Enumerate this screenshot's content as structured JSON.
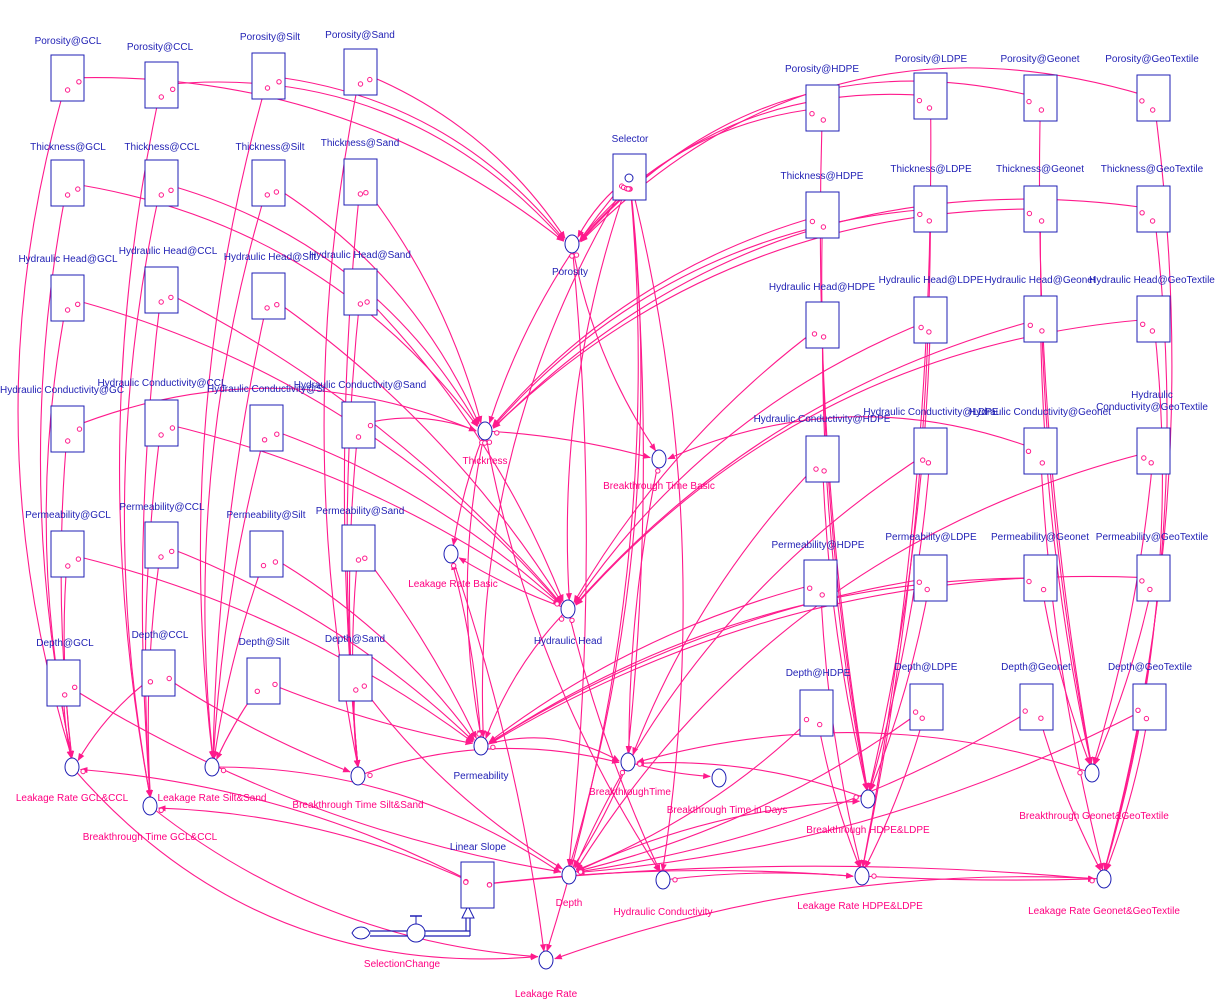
{
  "colors": {
    "node": "#1f1fb4",
    "link": "#ff1a8c",
    "label_pink": "#ff0080"
  },
  "stocks": [
    {
      "id": "porosity_gcl",
      "label": "Porosity@GCL"
    },
    {
      "id": "porosity_ccl",
      "label": "Porosity@CCL"
    },
    {
      "id": "porosity_silt",
      "label": "Porosity@Silt"
    },
    {
      "id": "porosity_sand",
      "label": "Porosity@Sand"
    },
    {
      "id": "porosity_hdpe",
      "label": "Porosity@HDPE"
    },
    {
      "id": "porosity_ldpe",
      "label": "Porosity@LDPE"
    },
    {
      "id": "porosity_geonet",
      "label": "Porosity@Geonet"
    },
    {
      "id": "porosity_geotextile",
      "label": "Porosity@GeoTextile"
    },
    {
      "id": "thickness_gcl",
      "label": "Thickness@GCL"
    },
    {
      "id": "thickness_ccl",
      "label": "Thickness@CCL"
    },
    {
      "id": "thickness_silt",
      "label": "Thickness@Silt"
    },
    {
      "id": "thickness_sand",
      "label": "Thickness@Sand"
    },
    {
      "id": "selector",
      "label": "Selector"
    },
    {
      "id": "thickness_hdpe",
      "label": "Thickness@HDPE"
    },
    {
      "id": "thickness_ldpe",
      "label": "Thickness@LDPE"
    },
    {
      "id": "thickness_geonet",
      "label": "Thickness@Geonet"
    },
    {
      "id": "thickness_geotextile",
      "label": "Thickness@GeoTextile"
    },
    {
      "id": "head_gcl",
      "label": "Hydraulic Head@GCL"
    },
    {
      "id": "head_ccl",
      "label": "Hydraulic Head@CCL"
    },
    {
      "id": "head_silt",
      "label": "Hydraulic Head@Silt"
    },
    {
      "id": "head_sand",
      "label": "Hydraulic Head@Sand"
    },
    {
      "id": "head_hdpe",
      "label": "Hydraulic Head@HDPE"
    },
    {
      "id": "head_ldpe",
      "label": "Hydraulic Head@LDPE"
    },
    {
      "id": "head_geonet",
      "label": "Hydraulic Head@Geonet"
    },
    {
      "id": "head_geotextile",
      "label": "Hydraulic Head@GeoTextile"
    },
    {
      "id": "cond_gcl",
      "label": "Hydraulic Conductivity@GC"
    },
    {
      "id": "cond_ccl",
      "label": "Hydraulic Conductivity@CCL"
    },
    {
      "id": "cond_silt",
      "label": "Hydraulic Conductivity@Si"
    },
    {
      "id": "cond_sand",
      "label": "Hydraulic Conductivity@Sand"
    },
    {
      "id": "cond_hdpe",
      "label": "Hydraulic Conductivity@HDPE"
    },
    {
      "id": "cond_ldpe",
      "label": "Hydraulic Conductivity@LDPE"
    },
    {
      "id": "cond_geonet",
      "label": "Hydraulic Conductivity@Geonet"
    },
    {
      "id": "cond_geotextile",
      "label": "Hydraulic Conductivity@GeoTextile"
    },
    {
      "id": "perm_gcl",
      "label": "Permeability@GCL"
    },
    {
      "id": "perm_ccl",
      "label": "Permeability@CCL"
    },
    {
      "id": "perm_silt",
      "label": "Permeability@Silt"
    },
    {
      "id": "perm_sand",
      "label": "Permeability@Sand"
    },
    {
      "id": "perm_hdpe",
      "label": "Permeability@HDPE"
    },
    {
      "id": "perm_ldpe",
      "label": "Permeability@LDPE"
    },
    {
      "id": "perm_geonet",
      "label": "Permeability@Geonet"
    },
    {
      "id": "perm_geotextile",
      "label": "Permeability@GeoTextile"
    },
    {
      "id": "depth_gcl",
      "label": "Depth@GCL"
    },
    {
      "id": "depth_ccl",
      "label": "Depth@CCL"
    },
    {
      "id": "depth_silt",
      "label": "Depth@Silt"
    },
    {
      "id": "depth_sand",
      "label": "Depth@Sand"
    },
    {
      "id": "depth_hdpe",
      "label": "Depth@HDPE"
    },
    {
      "id": "depth_ldpe",
      "label": "Depth@LDPE"
    },
    {
      "id": "depth_geonet",
      "label": "Depth@Geonet"
    },
    {
      "id": "depth_geotextile",
      "label": "Depth@GeoTextile"
    },
    {
      "id": "linear_slope",
      "label": "Linear Slope"
    }
  ],
  "converters": [
    {
      "id": "porosity",
      "label": "Porosity"
    },
    {
      "id": "thickness",
      "label": "Thickness"
    },
    {
      "id": "bt_basic",
      "label": "Breakthrough Time Basic"
    },
    {
      "id": "lr_basic",
      "label": "Leakage Rate Basic"
    },
    {
      "id": "hydraulic_head",
      "label": "Hydraulic Head"
    },
    {
      "id": "permeability",
      "label": "Permeability"
    },
    {
      "id": "lr_gcl_ccl",
      "label": "Leakage Rate GCL&CCL"
    },
    {
      "id": "bt_gcl_ccl",
      "label": "Breakthrough Time GCL&CCL"
    },
    {
      "id": "lr_silt_sand",
      "label": "Leakage Rate Silt&Sand"
    },
    {
      "id": "bt_silt_sand",
      "label": "Breakthrough Time Silt&Sand"
    },
    {
      "id": "bt",
      "label": "BreakthroughTime"
    },
    {
      "id": "bt_days",
      "label": "Breakthrough Time in Days"
    },
    {
      "id": "bt_hdpe_ldpe",
      "label": "Breakthrough HDPE&LDPE"
    },
    {
      "id": "bt_geonet_geotextile",
      "label": "Breakthrough Geonet&GeoTextile"
    },
    {
      "id": "depth",
      "label": "Depth"
    },
    {
      "id": "hydraulic_conductivity",
      "label": "Hydraulic Conductivity"
    },
    {
      "id": "lr_hdpe_ldpe",
      "label": "Leakage Rate HDPE&LDPE"
    },
    {
      "id": "lr_geonet_geotextile",
      "label": "Leakage Rate Geonet&GeoTextile"
    },
    {
      "id": "leakage_rate",
      "label": "Leakage Rate"
    }
  ],
  "flow": {
    "label": "SelectionChange"
  }
}
